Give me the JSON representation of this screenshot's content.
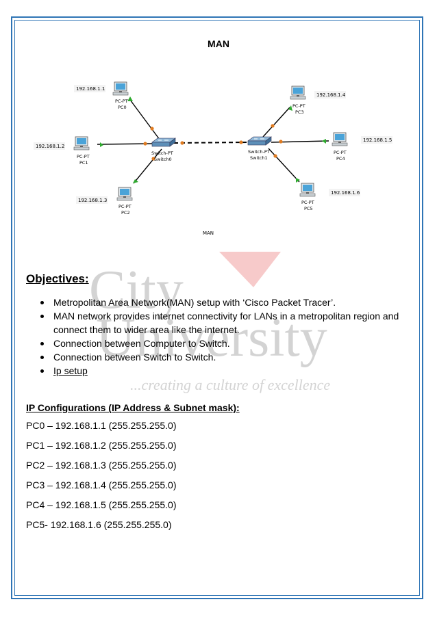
{
  "page": {
    "title": "MAN",
    "diagram_caption": "MAN"
  },
  "network": {
    "pcs": [
      {
        "id": "pc0",
        "type": "PC-PT",
        "name": "PC0",
        "ip": "192.168.1.1"
      },
      {
        "id": "pc1",
        "type": "PC-PT",
        "name": "PC1",
        "ip": "192.168.1.2"
      },
      {
        "id": "pc2",
        "type": "PC-PT",
        "name": "PC2",
        "ip": "192.168.1.3"
      },
      {
        "id": "pc3",
        "type": "PC-PT",
        "name": "PC3",
        "ip": "192.168.1.4"
      },
      {
        "id": "pc4",
        "type": "PC-PT",
        "name": "PC4",
        "ip": "192.168.1.5"
      },
      {
        "id": "pc5",
        "type": "PC-PT",
        "name": "PC5",
        "ip": "192.168.1.6"
      }
    ],
    "switches": [
      {
        "id": "sw0",
        "type": "Switch-PT",
        "name": "Switch0"
      },
      {
        "id": "sw1",
        "type": "Switch-PT",
        "name": "Switch1"
      }
    ],
    "colors": {
      "link": "#000000",
      "link_up": "#2eaa2e",
      "link_pending": "#e07b20",
      "pc_screen": "#4aa3d8"
    }
  },
  "objectives": {
    "heading": "Objectives:",
    "items": [
      "Metropolitan Area Network(MAN) setup with ‘Cisco Packet Tracer’.",
      "MAN network provides internet connectivity for LANs in a metropolitan region and connect them to wider area like the internet.",
      "Connection between Computer to Switch.",
      "Connection between Switch to Switch.",
      "Ip setup"
    ]
  },
  "ip_config": {
    "heading": "IP Configurations (IP Address & Subnet mask):",
    "rows": [
      "PC0 – 192.168.1.1  (255.255.255.0)",
      "PC1 – 192.168.1.2  (255.255.255.0)",
      "PC2 – 192.168.1.3  (255.255.255.0)",
      "PC3 – 192.168.1.4  (255.255.255.0)",
      "PC4 – 192.168.1.5  (255.255.255.0)",
      "PC5- 192.168.1.6 (255.255.255.0)"
    ]
  },
  "watermark": {
    "line1": "City",
    "line2": "University",
    "tagline": "...creating a culture of excellence"
  }
}
